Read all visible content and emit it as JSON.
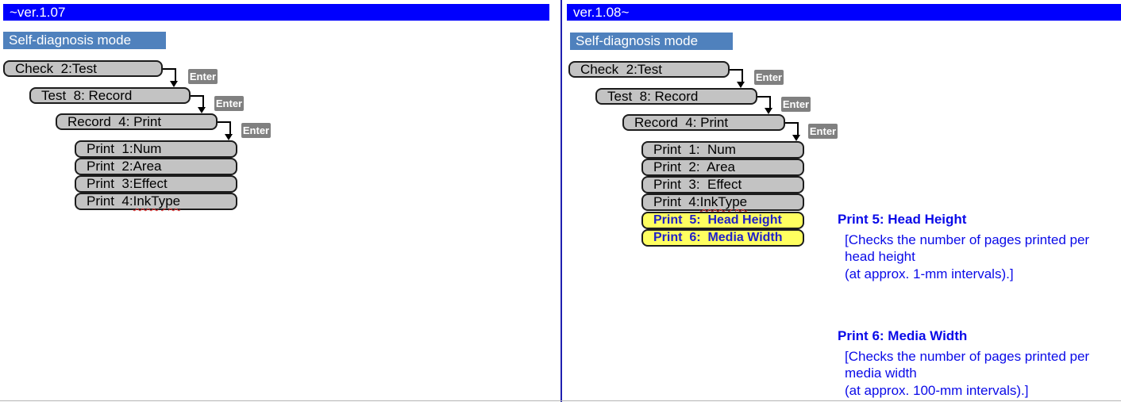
{
  "figure": {
    "enter_key_label": "Enter",
    "left_panel": {
      "version_label": "~ver.1.07",
      "mode_label": "Self-diagnosis mode",
      "menu_path": {
        "check": "Check  2:Test",
        "test": "Test  8: Record",
        "record": "Record  4: Print"
      },
      "print_items": [
        {
          "text": "Print  1:Num",
          "squiggle": ""
        },
        {
          "text": "Print  2:Area",
          "squiggle": ""
        },
        {
          "text": "Print  3:Effect",
          "squiggle": ""
        },
        {
          "text": "Print  4:",
          "squiggle": "InkType"
        }
      ]
    },
    "right_panel": {
      "version_label": "ver.1.08~",
      "mode_label": "Self-diagnosis mode",
      "menu_path": {
        "check": "Check  2:Test",
        "test": "Test  8: Record",
        "record": "Record  4: Print"
      },
      "print_items": [
        {
          "text": "Print  1:  Num",
          "squiggle": ""
        },
        {
          "text": "Print  2:  Area",
          "squiggle": ""
        },
        {
          "text": "Print  3:  Effect",
          "squiggle": ""
        },
        {
          "text": "Print  4:",
          "squiggle": "InkType"
        }
      ],
      "new_items": [
        {
          "text": "Print  5:  Head Height"
        },
        {
          "text": "Print  6:  Media Width"
        }
      ],
      "annotations": [
        {
          "title": "Print 5: Head Height",
          "lines": [
            "[Checks the number of pages printed per",
            "head height",
            "(at approx. 1-mm intervals).]"
          ]
        },
        {
          "title": "Print 6: Media Width",
          "lines": [
            "[Checks the number of pages printed per",
            "media width",
            "(at approx. 100-mm intervals).]"
          ]
        }
      ]
    },
    "colors": {
      "version_bar": "#0000FE",
      "mode_bar": "#4F81BD",
      "menu_box": "#C3C3C3",
      "enter_badge": "#808080",
      "highlight": "#FFFF60",
      "highlight_text": "#2020C8",
      "annotation_text": "#0A0AE8",
      "divider": "#2020B0",
      "squiggle": "#E03232"
    }
  }
}
